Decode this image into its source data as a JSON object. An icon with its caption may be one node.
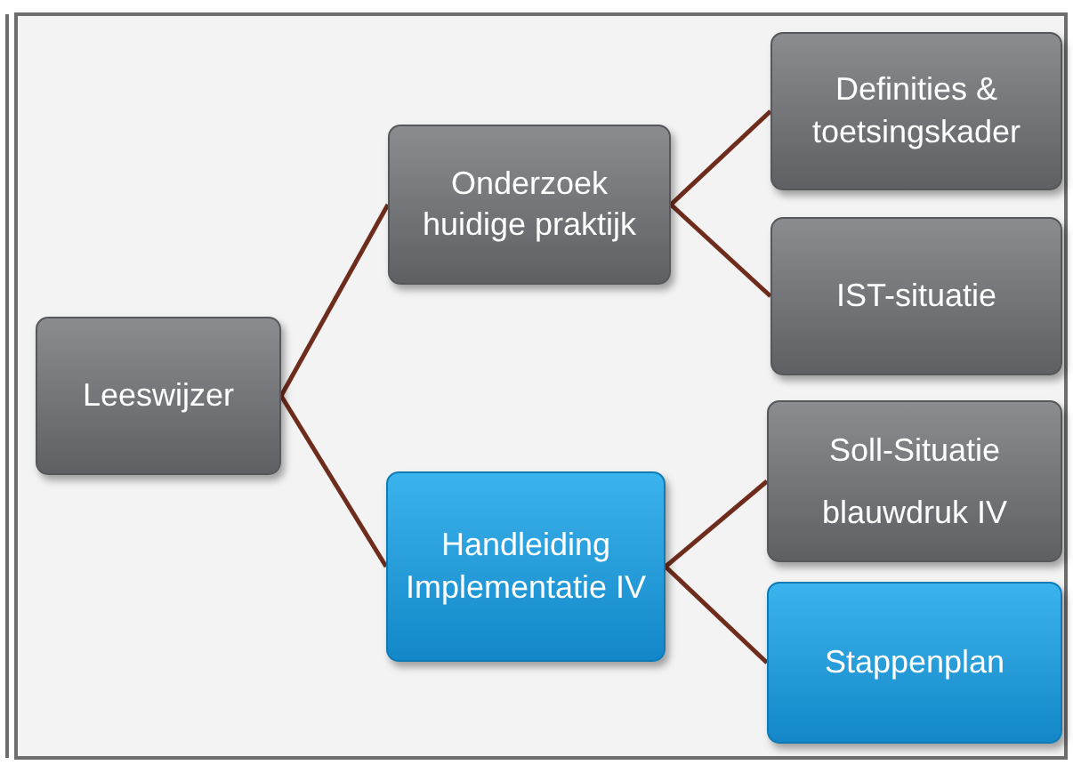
{
  "diagram": {
    "nodes": [
      {
        "text": [
          "Leeswijzer"
        ]
      },
      {
        "text": [
          "Onderzoek huidige praktijk"
        ]
      },
      {
        "text": [
          "Handleiding Implementatie IV"
        ]
      },
      {
        "text": [
          "Definities & toetsingskader"
        ]
      },
      {
        "text": [
          "IST-situatie"
        ]
      },
      {
        "text": [
          "Soll-Situatie blauwdruk IV"
        ]
      },
      {
        "text": [
          "Stappenplan"
        ]
      }
    ],
    "edges": [
      {
        "from": 0,
        "to": 1,
        "arrow": "none"
      },
      {
        "from": 0,
        "to": 2,
        "arrow": "none"
      },
      {
        "from": 1,
        "to": 3,
        "arrow": "none"
      },
      {
        "from": 1,
        "to": 4,
        "arrow": "none"
      },
      {
        "from": 2,
        "to": 5,
        "arrow": "none"
      },
      {
        "from": 2,
        "to": 6,
        "arrow": "none"
      }
    ]
  }
}
